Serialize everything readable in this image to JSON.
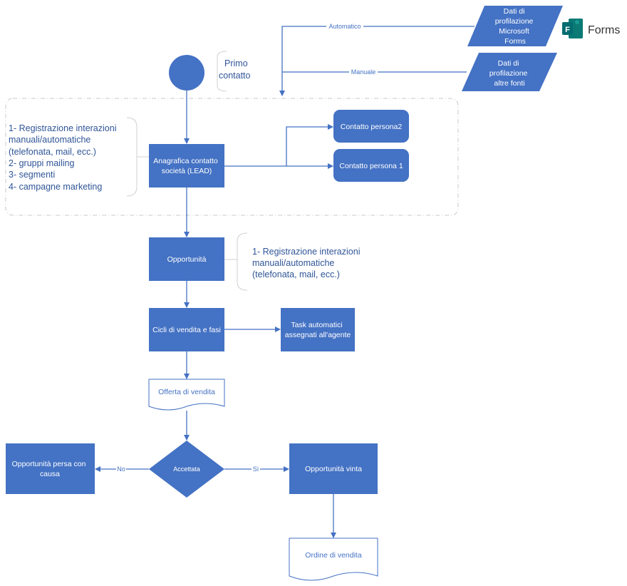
{
  "colors": {
    "node": "#4472C4",
    "annotation_text": "#2F5597"
  },
  "start": {
    "label_lines": [
      "Primo",
      "contatto"
    ]
  },
  "sources": [
    {
      "lines": [
        "Dati di",
        "profilazione",
        "Microsoft",
        "Forms"
      ],
      "edge_label": "Automatico"
    },
    {
      "lines": [
        "Dati di",
        "profilazione",
        "altre fonti"
      ],
      "edge_label": "Manuale"
    }
  ],
  "forms_logo": {
    "text": "Forms",
    "letter": "F"
  },
  "lead": {
    "lines": [
      "Anagrafica contatto",
      "società (LEAD)"
    ],
    "notes": [
      "1- Registrazione interazioni",
      "manuali/automatiche",
      "(telefonata, mail, ecc.)",
      "2- gruppi mailing",
      "3- segmenti",
      "4- campagne marketing"
    ],
    "contacts": [
      "Contatto persona2",
      "Contatto persona 1"
    ]
  },
  "opportunity": {
    "label": "Opportunità",
    "notes": [
      "1- Registrazione interazioni",
      "manuali/automatiche",
      "(telefonata, mail, ecc.)"
    ]
  },
  "cycles": {
    "label": "Cicli di vendita e fasi"
  },
  "tasks": {
    "lines": [
      "Task automatici",
      "assegnati all'agente"
    ]
  },
  "offer": {
    "label": "Offerta di vendita"
  },
  "decision": {
    "label": "Accettata",
    "no_label": "No",
    "yes_label": "Sì"
  },
  "lost": {
    "lines": [
      "Opportunità persa con",
      "causa"
    ]
  },
  "won": {
    "label": "Opportunità vinta"
  },
  "order": {
    "label": "Ordine di vendita"
  }
}
